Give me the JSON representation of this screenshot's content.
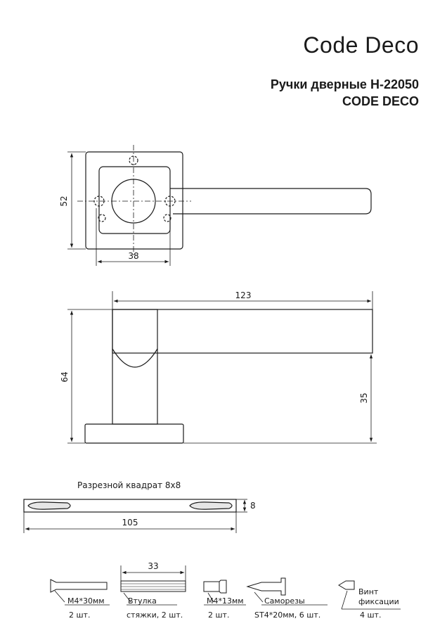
{
  "brand": "Code Deco",
  "title": {
    "line1": "Ручки дверные H-22050",
    "line2": "CODE DECO"
  },
  "top_view": {
    "height_label": "52",
    "width_label": "38"
  },
  "side_view": {
    "length_label": "123",
    "height_label": "64",
    "lever_height_label": "35"
  },
  "spindle": {
    "caption": "Разрезной квадрат 8x8",
    "thickness_label": "8",
    "length_label": "105"
  },
  "parts": [
    {
      "name": "M4*30мм",
      "qty": "2 шт."
    },
    {
      "name": "Втулка",
      "qty": "стяжки, 2 шт.",
      "dim": "33"
    },
    {
      "name": "M4*13мм",
      "qty": "2 шт."
    },
    {
      "name": "Саморезы",
      "qty": "ST4*20мм, 6 шт."
    },
    {
      "name_line1": "Винт",
      "name_line2": "фиксации",
      "qty": "4 шт."
    }
  ]
}
